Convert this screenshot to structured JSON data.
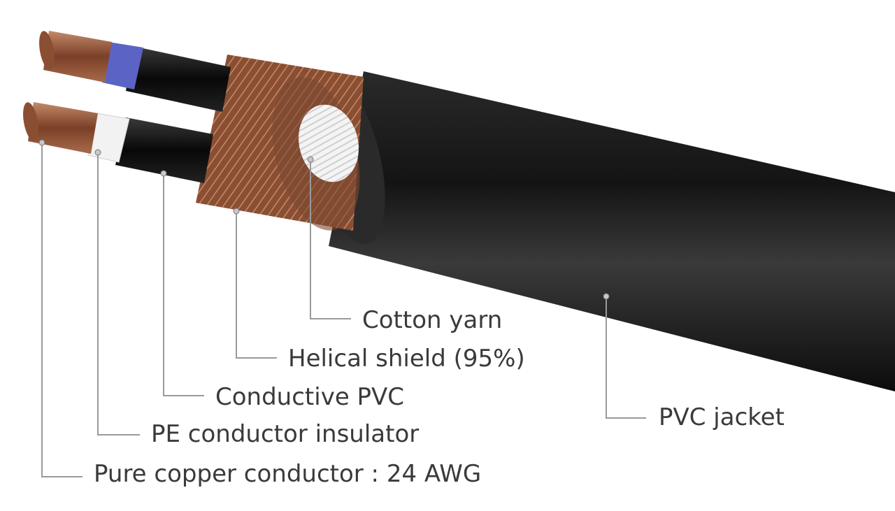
{
  "labels": {
    "cotton_yarn": "Cotton yarn",
    "helical_shield": "Helical shield (95%)",
    "conductive_pvc": "Conductive PVC",
    "pe_insulator": "PE conductor insulator",
    "copper_conductor": "Pure copper conductor : 24 AWG",
    "pvc_jacket": "PVC jacket"
  },
  "colors": {
    "jacket": "#1c1c1c",
    "copper": "#9a5a3c",
    "insulation_blue": "#5b63c4",
    "insulation_white": "#f2f2f2",
    "leader_line": "#9a9a9a",
    "text": "#3a3a3a"
  }
}
